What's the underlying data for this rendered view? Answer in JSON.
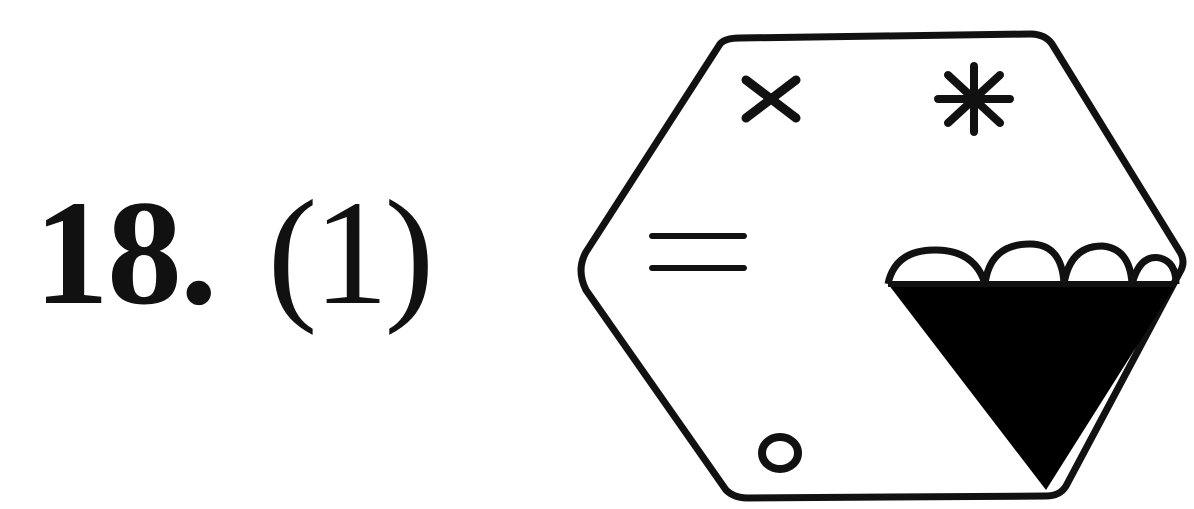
{
  "question": {
    "number": "18.",
    "option": "(1)"
  },
  "figure": {
    "shape": "hexagon",
    "stroke_color": "#111111",
    "fill_color": "#000000",
    "symbols": [
      {
        "name": "cross",
        "glyph": "×"
      },
      {
        "name": "asterisk",
        "glyph": "✱"
      },
      {
        "name": "equals",
        "glyph": "="
      },
      {
        "name": "circle",
        "glyph": "○"
      }
    ]
  }
}
